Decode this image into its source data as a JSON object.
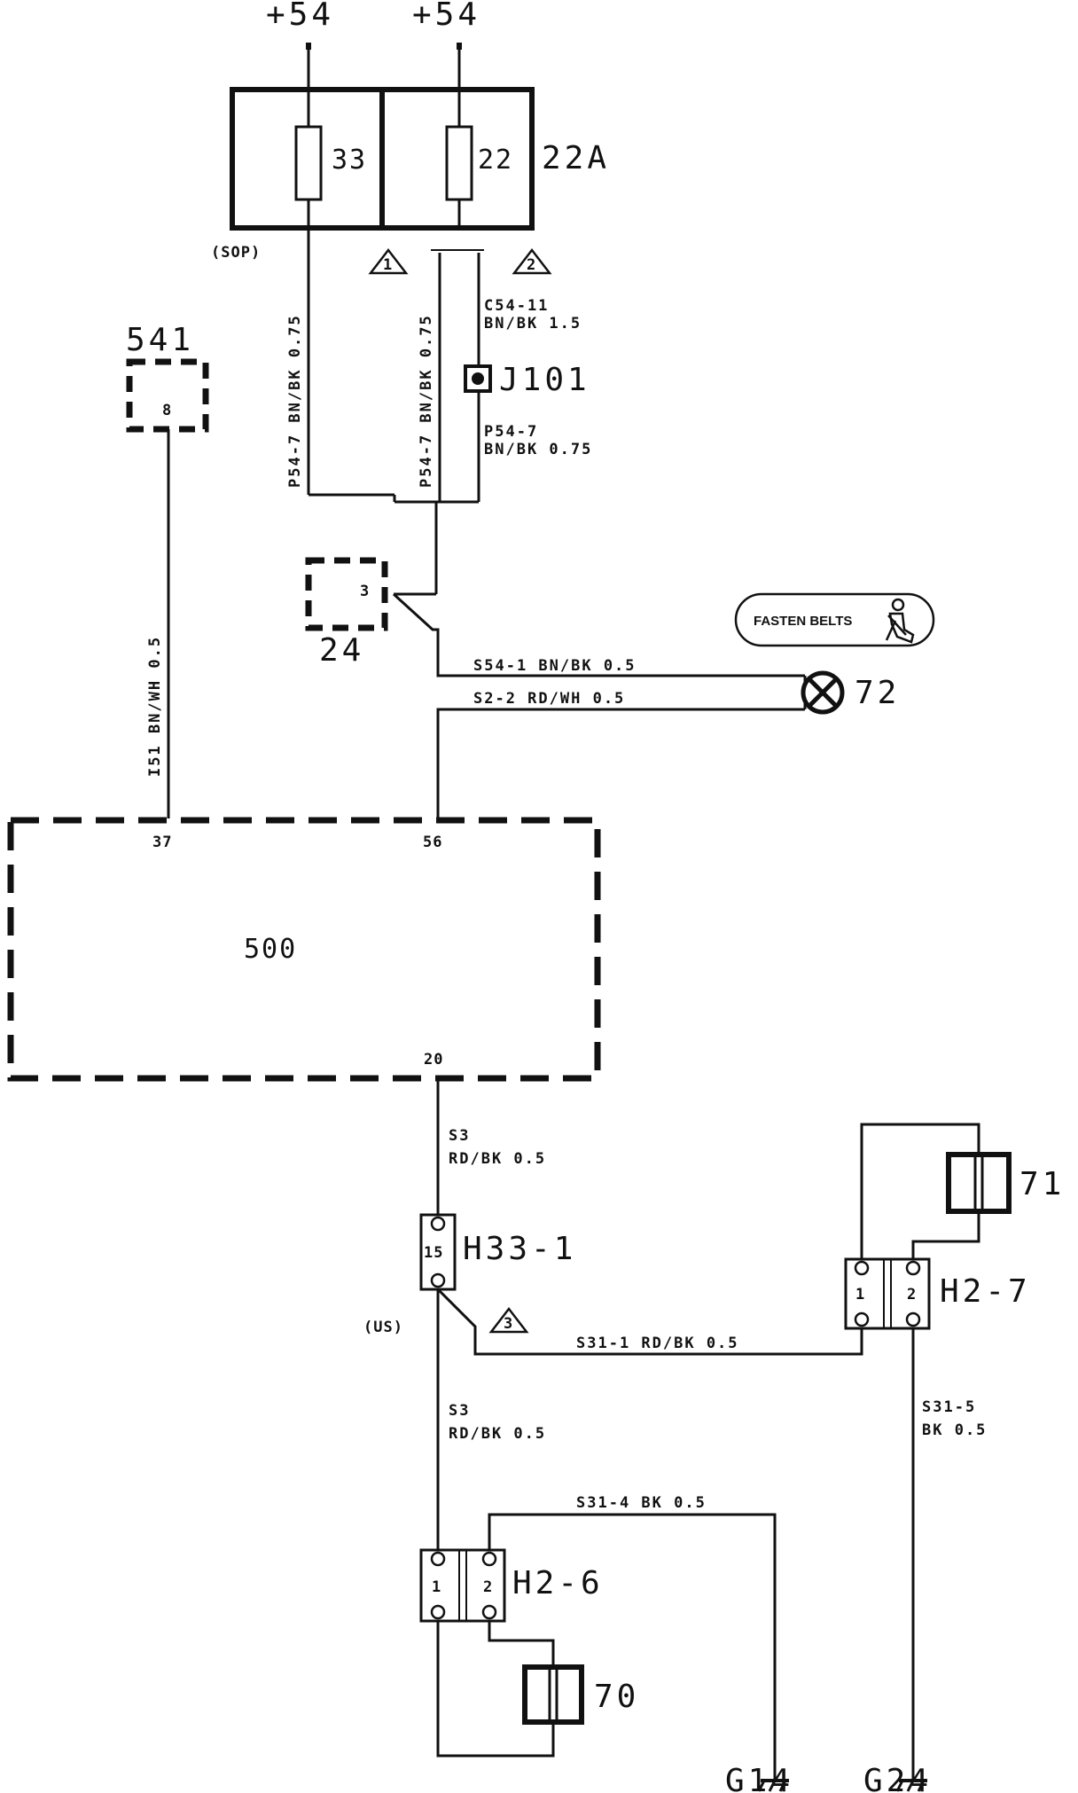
{
  "supply": {
    "left": "+54",
    "right": "+54"
  },
  "fuse_box": {
    "name": "22A",
    "fuse_left": "33",
    "fuse_right": "22",
    "sop": "(SOP)",
    "tri1": "1",
    "tri2": "2"
  },
  "wires": {
    "p54_7_a": "P54-7 BN/BK 0.75",
    "p54_7_b": "P54-7 BN/BK 0.75",
    "c54_11_a": "C54-11",
    "c54_11_b": "BN/BK 1.5",
    "p54_7_c_a": "P54-7",
    "p54_7_c_b": "BN/BK 0.75",
    "i51": "I51 BN/WH 0.5",
    "s54_1": "S54-1 BN/BK 0.5",
    "s2_2": "S2-2 RD/WH 0.5",
    "s3_a_1": "S3",
    "s3_a_2": "RD/BK 0.5",
    "s3_b_1": "S3",
    "s3_b_2": "RD/BK 0.5",
    "s31_1": "S31-1 RD/BK 0.5",
    "s31_5_1": "S31-5",
    "s31_5_2": "BK 0.5",
    "s31_4": "S31-4 BK 0.5"
  },
  "components": {
    "c541": {
      "name": "541",
      "pin": "8"
    },
    "j101": "J101",
    "c24": {
      "name": "24",
      "pin": "3"
    },
    "fasten_belts": "FASTEN BELTS",
    "lamp": "72",
    "module": {
      "name": "500",
      "pin37": "37",
      "pin56": "56",
      "pin20": "20"
    },
    "h33": {
      "name": "H33-1",
      "pin": "15"
    },
    "us": "(US)",
    "tri3": "3",
    "h2_7": {
      "name": "H2-7",
      "pin1": "1",
      "pin2": "2"
    },
    "sw71": "71",
    "h2_6": {
      "name": "H2-6",
      "pin1": "1",
      "pin2": "2"
    },
    "sw70": "70",
    "g14": "G14",
    "g24": "G24"
  }
}
